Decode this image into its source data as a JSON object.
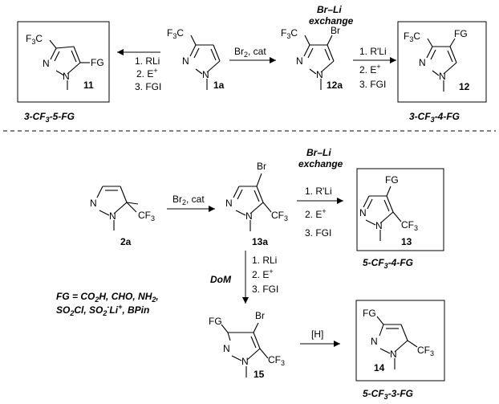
{
  "title_top": "Br–Li",
  "title_top2": "exchange",
  "title_mid": "Br–Li",
  "title_mid2": "exchange",
  "molecules": {
    "m11": {
      "name": "11",
      "sub1": "F3C",
      "sub2": "FG",
      "n1": "N",
      "n2": "N"
    },
    "m1a": {
      "name": "1a",
      "sub1": "F3C",
      "n1": "N",
      "n2": "N"
    },
    "m12a": {
      "name": "12a",
      "sub1": "F3C",
      "sub2": "Br",
      "n1": "N",
      "n2": "N"
    },
    "m12": {
      "name": "12",
      "sub1": "F3C",
      "sub2": "FG",
      "n1": "N",
      "n2": "N"
    },
    "m2a": {
      "name": "2a",
      "sub1": "CF3",
      "n1": "N",
      "n2": "N"
    },
    "m13a": {
      "name": "13a",
      "sub1": "Br",
      "sub2": "CF3",
      "n1": "N",
      "n2": "N"
    },
    "m13": {
      "name": "13",
      "sub1": "FG",
      "sub2": "CF3",
      "n1": "N",
      "n2": "N"
    },
    "m15": {
      "name": "15",
      "sub1": "FG",
      "sub2": "Br",
      "sub3": "CF3",
      "n1": "N",
      "n2": "N"
    },
    "m14": {
      "name": "14",
      "sub1": "FG",
      "sub2": "CF3",
      "n1": "N",
      "n2": "N"
    }
  },
  "conditions": {
    "left_top": [
      "1. RLi",
      "2. E+",
      "3. FGI"
    ],
    "bromination_top": "Br2, cat",
    "right_top": [
      "1. R'Li",
      "2. E+",
      "3. FGI"
    ],
    "bromination_mid": "Br2, cat",
    "right_mid": [
      "1. R'Li",
      "2. E+",
      "3. FGI"
    ],
    "dom_label": "DoM",
    "down": [
      "1. RLi",
      "2. E+",
      "3. FGI"
    ],
    "reduction": "[H]"
  },
  "captions": {
    "c11": "3-CF3-5-FG",
    "c12": "3-CF3-4-FG",
    "c13": "5-CF3-4-FG",
    "c14": "5-CF3-3-FG"
  },
  "fg_legend_line1": "FG = CO2H, CHO, NH2,",
  "fg_legend_line2": "SO2Cl, SO2-Li+, BPin"
}
